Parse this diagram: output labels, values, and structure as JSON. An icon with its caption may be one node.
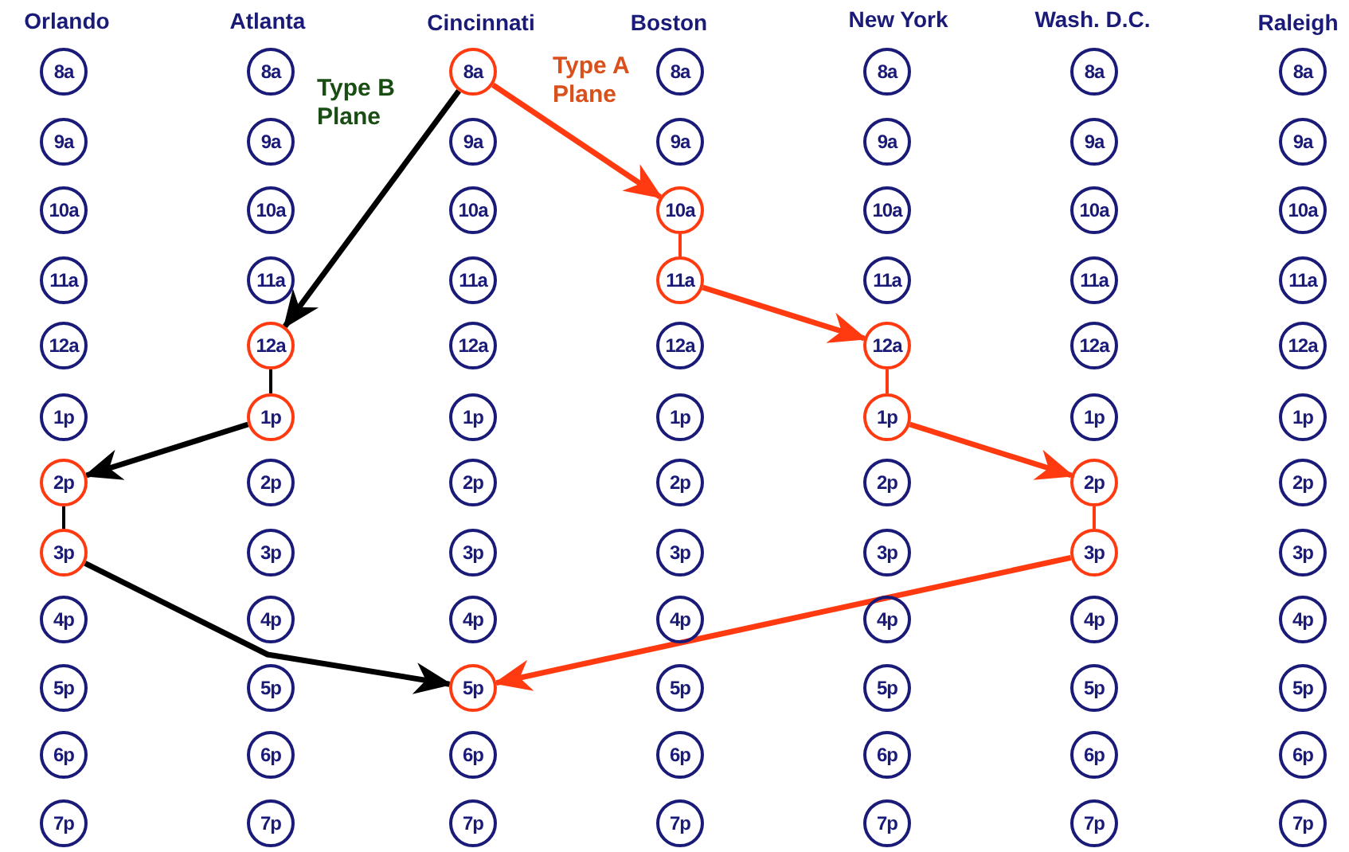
{
  "diagram": {
    "nodes": [
      {
        "text": [
          "8a"
        ]
      },
      {
        "text": [
          "8a"
        ]
      },
      {
        "text": [
          "8a"
        ]
      },
      {
        "text": [
          "8a"
        ]
      },
      {
        "text": [
          "8a"
        ]
      },
      {
        "text": [
          "8a"
        ]
      },
      {
        "text": [
          "8a"
        ]
      },
      {
        "text": [
          "9a"
        ]
      },
      {
        "text": [
          "9a"
        ]
      },
      {
        "text": [
          "9a"
        ]
      },
      {
        "text": [
          "9a"
        ]
      },
      {
        "text": [
          "9a"
        ]
      },
      {
        "text": [
          "9a"
        ]
      },
      {
        "text": [
          "9a"
        ]
      },
      {
        "text": [
          "10a"
        ]
      },
      {
        "text": [
          "10a"
        ]
      },
      {
        "text": [
          "10a"
        ]
      },
      {
        "text": [
          "10a"
        ]
      },
      {
        "text": [
          "10a"
        ]
      },
      {
        "text": [
          "10a"
        ]
      },
      {
        "text": [
          "10a"
        ]
      },
      {
        "text": [
          "11a"
        ]
      },
      {
        "text": [
          "11a"
        ]
      },
      {
        "text": [
          "11a"
        ]
      },
      {
        "text": [
          "11a"
        ]
      },
      {
        "text": [
          "11a"
        ]
      },
      {
        "text": [
          "11a"
        ]
      },
      {
        "text": [
          "11a"
        ]
      },
      {
        "text": [
          "12a"
        ]
      },
      {
        "text": [
          "12a"
        ]
      },
      {
        "text": [
          "12a"
        ]
      },
      {
        "text": [
          "12a"
        ]
      },
      {
        "text": [
          "12a"
        ]
      },
      {
        "text": [
          "12a"
        ]
      },
      {
        "text": [
          "12a"
        ]
      },
      {
        "text": [
          "1p"
        ]
      },
      {
        "text": [
          "1p"
        ]
      },
      {
        "text": [
          "1p"
        ]
      },
      {
        "text": [
          "1p"
        ]
      },
      {
        "text": [
          "1p"
        ]
      },
      {
        "text": [
          "1p"
        ]
      },
      {
        "text": [
          "1p"
        ]
      },
      {
        "text": [
          "2p"
        ]
      },
      {
        "text": [
          "2p"
        ]
      },
      {
        "text": [
          "2p"
        ]
      },
      {
        "text": [
          "2p"
        ]
      },
      {
        "text": [
          "2p"
        ]
      },
      {
        "text": [
          "2p"
        ]
      },
      {
        "text": [
          "2p"
        ]
      },
      {
        "text": [
          "3p"
        ]
      },
      {
        "text": [
          "3p"
        ]
      },
      {
        "text": [
          "3p"
        ]
      },
      {
        "text": [
          "3p"
        ]
      },
      {
        "text": [
          "3p"
        ]
      },
      {
        "text": [
          "3p"
        ]
      },
      {
        "text": [
          "3p"
        ]
      },
      {
        "text": [
          "4p"
        ]
      },
      {
        "text": [
          "4p"
        ]
      },
      {
        "text": [
          "4p"
        ]
      },
      {
        "text": [
          "4p"
        ]
      },
      {
        "text": [
          "4p"
        ]
      },
      {
        "text": [
          "4p"
        ]
      },
      {
        "text": [
          "4p"
        ]
      },
      {
        "text": [
          "5p"
        ]
      },
      {
        "text": [
          "5p"
        ]
      },
      {
        "text": [
          "5p"
        ]
      },
      {
        "text": [
          "5p"
        ]
      },
      {
        "text": [
          "5p"
        ]
      },
      {
        "text": [
          "5p"
        ]
      },
      {
        "text": [
          "5p"
        ]
      },
      {
        "text": [
          "6p"
        ]
      },
      {
        "text": [
          "6p"
        ]
      },
      {
        "text": [
          "6p"
        ]
      },
      {
        "text": [
          "6p"
        ]
      },
      {
        "text": [
          "6p"
        ]
      },
      {
        "text": [
          "6p"
        ]
      },
      {
        "text": [
          "6p"
        ]
      },
      {
        "text": [
          "7p"
        ]
      },
      {
        "text": [
          "7p"
        ]
      },
      {
        "text": [
          "7p"
        ]
      },
      {
        "text": [
          "7p"
        ]
      },
      {
        "text": [
          "7p"
        ]
      },
      {
        "text": [
          "7p"
        ]
      },
      {
        "text": [
          "7p"
        ]
      }
    ],
    "edges": [
      {
        "from": 2,
        "to": 17,
        "arrow": "to"
      },
      {
        "from": 17,
        "to": 24,
        "arrow": "none"
      },
      {
        "from": 24,
        "to": 32,
        "arrow": "to"
      },
      {
        "from": 32,
        "to": 39,
        "arrow": "none"
      },
      {
        "from": 39,
        "to": 47,
        "arrow": "to"
      },
      {
        "from": 47,
        "to": 54,
        "arrow": "none"
      },
      {
        "from": 54,
        "to": 65,
        "arrow": "to"
      },
      {
        "from": 2,
        "to": 29,
        "arrow": "to",
        "color": "#000000"
      },
      {
        "from": 29,
        "to": 36,
        "arrow": "none",
        "color": "#000000"
      },
      {
        "from": 36,
        "to": 42,
        "arrow": "to",
        "color": "#000000"
      },
      {
        "from": 42,
        "to": 49,
        "arrow": "none",
        "color": "#000000"
      },
      {
        "from": 49,
        "to": 65,
        "arrow": "to",
        "color": "#000000"
      }
    ],
    "labels": [
      "Orlando",
      "Atlanta",
      "Cincinnati",
      "Boston",
      "New York",
      "Wash. D.C.",
      "Raleigh",
      "Type B Plane",
      "Type A Plane"
    ]
  }
}
